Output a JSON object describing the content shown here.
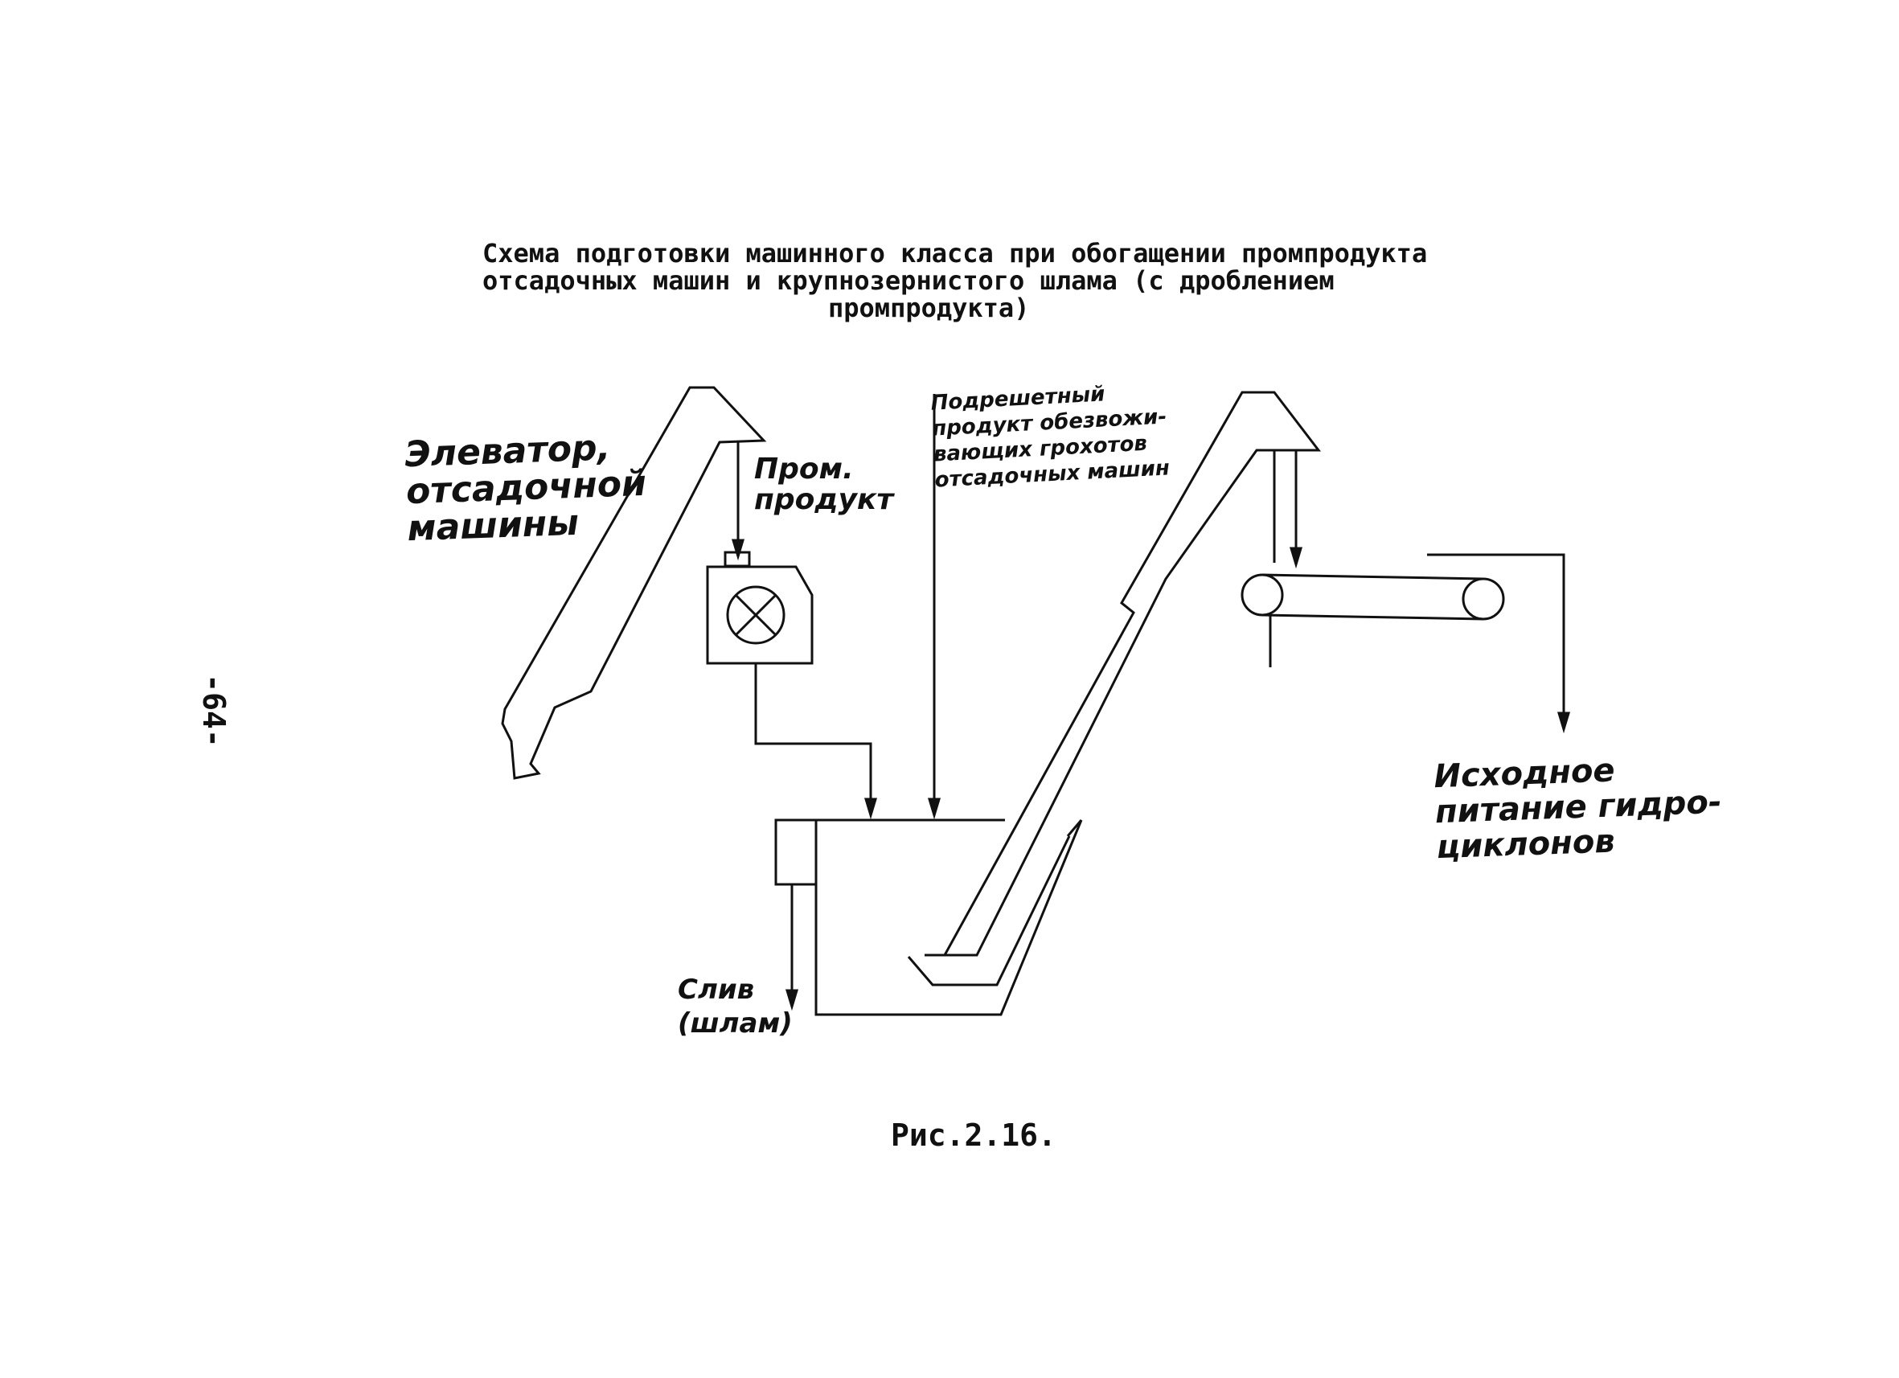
{
  "title": {
    "line1": "Схема подготовки машинного класса при обогащении промпродукта",
    "line2": "отсадочных машин и крупнозернистого шлама (с дроблением",
    "line3": "промпродукта)"
  },
  "page_number": "-64-",
  "caption": "Рис.2.16.",
  "labels": {
    "elevator": "Элеватор,\nотсадочной\nмашины",
    "promprodukt": "Пром.\nпродукт",
    "undersieve": "Подрешетный\nпродукт обезвожи-\nвающих грохотов\nотсадочных машин",
    "feed": "Исходное\nпитание гидро-\nциклонов",
    "overflow": "Слив\n(шлам)"
  }
}
